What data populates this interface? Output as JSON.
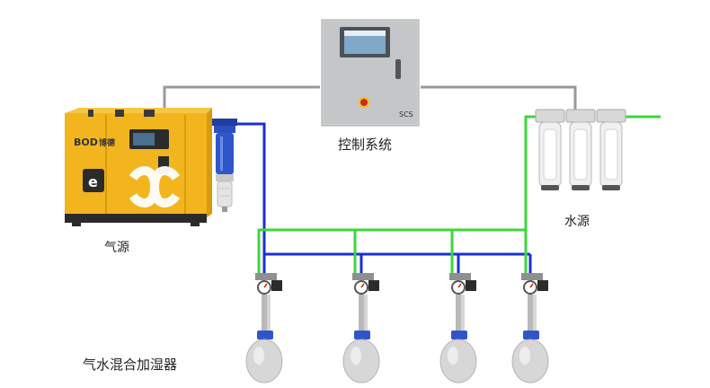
{
  "labels": {
    "control_system": "控制系统",
    "air_source": "气源",
    "water_source": "水源",
    "humidifier": "气水混合加湿器"
  },
  "panel": {
    "brand": "SCS"
  },
  "compressor": {
    "brand": "BOD",
    "brand_cn": "博德",
    "badge": "e"
  },
  "colors": {
    "air_line": "#1a2fd0",
    "water_line": "#3ed63e",
    "signal_line": "#9a9a9a",
    "compressor_body": "#f2b51d",
    "panel_body": "#c9cbcc"
  },
  "humidifier_count": 4
}
